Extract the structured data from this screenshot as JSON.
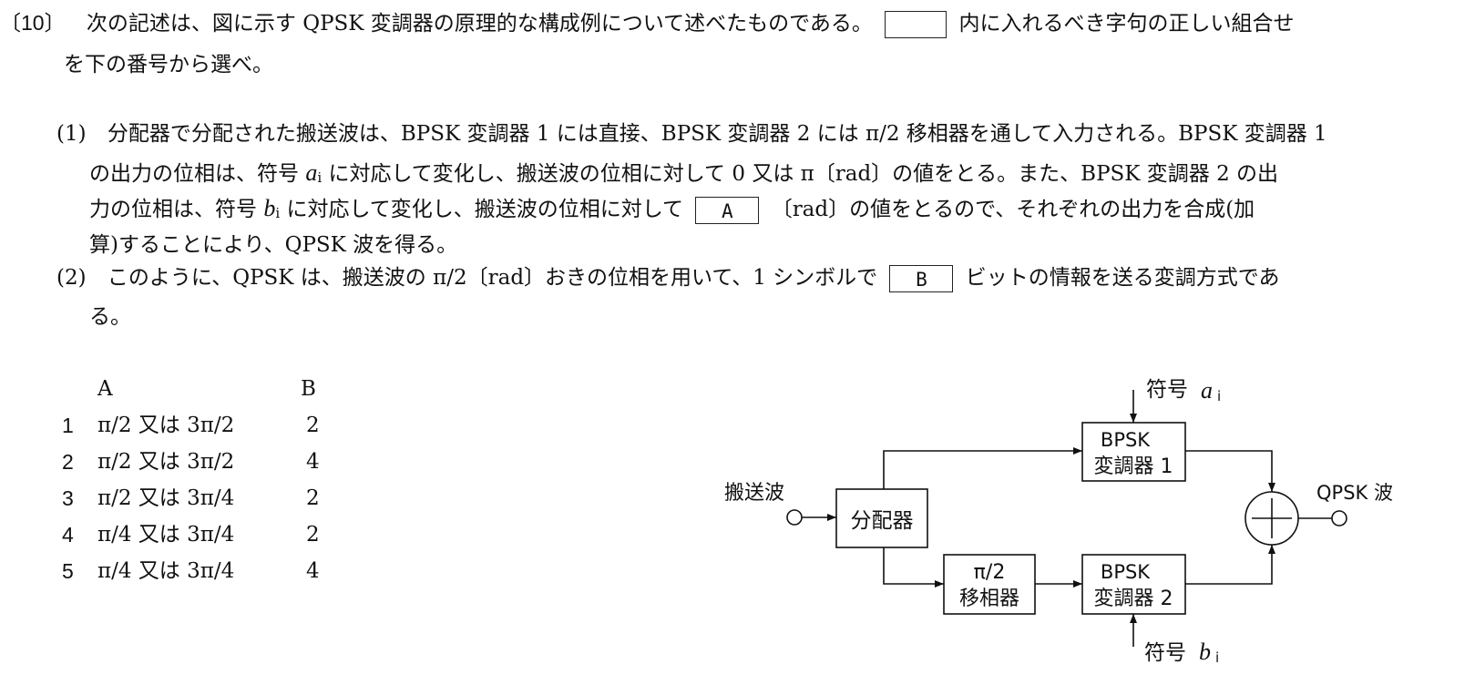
{
  "question": {
    "number": "〔10〕",
    "intro_1": "次の記述は、図に示す QPSK 変調器の原理的な構成例について述べたものである。",
    "intro_2": "内に入れるべき字句の正しい組合せ",
    "intro_3": "を下の番号から選べ。"
  },
  "items": {
    "item1": {
      "num": "(1)",
      "l1": "分配器で分配された搬送波は、BPSK 変調器 1 には直接、BPSK 変調器 2 には π/2 移相器を通して入力される。BPSK 変調器 1",
      "l2a": "の出力の位相は、符号",
      "sym_a": "a",
      "sub_i": "i",
      "l2b": "に対応して変化し、搬送波の位相に対して 0 又は π〔rad〕の値をとる。また、BPSK 変調器 2 の出",
      "l3a": "力の位相は、符号",
      "sym_b": "b",
      "l3b": "に対応して変化し、搬送波の位相に対して",
      "box_a": "A",
      "l3c": "〔rad〕の値をとるので、それぞれの出力を合成(加",
      "l4": "算)することにより、QPSK 波を得る。"
    },
    "item2": {
      "num": "(2)",
      "l1a": "このように、QPSK は、搬送波の π/2〔rad〕おきの位相を用いて、1 シンボルで",
      "box_b": "B",
      "l1b": "ビットの情報を送る変調方式であ",
      "l2": "る。"
    }
  },
  "options": {
    "header_a": "A",
    "header_b": "B",
    "rows": [
      {
        "num": "1",
        "a": "π/2 又は 3π/2",
        "b": "2"
      },
      {
        "num": "2",
        "a": "π/2 又は 3π/2",
        "b": "4"
      },
      {
        "num": "3",
        "a": "π/2 又は 3π/4",
        "b": "2"
      },
      {
        "num": "4",
        "a": "π/4 又は 3π/4",
        "b": "2"
      },
      {
        "num": "5",
        "a": "π/4 又は 3π/4",
        "b": "4"
      }
    ]
  },
  "diagram": {
    "carrier_label": "搬送波",
    "splitter_label": "分配器",
    "bpsk1_line1": "BPSK",
    "bpsk1_line2": "変調器 1",
    "bpsk2_line1": "BPSK",
    "bpsk2_line2": "変調器 2",
    "shifter_line1": "π/2",
    "shifter_line2": "移相器",
    "output_label": "QPSK 波",
    "symbol_a_prefix": "符号",
    "symbol_a": "a",
    "symbol_b_prefix": "符号",
    "symbol_b": "b",
    "subscript": "i"
  }
}
